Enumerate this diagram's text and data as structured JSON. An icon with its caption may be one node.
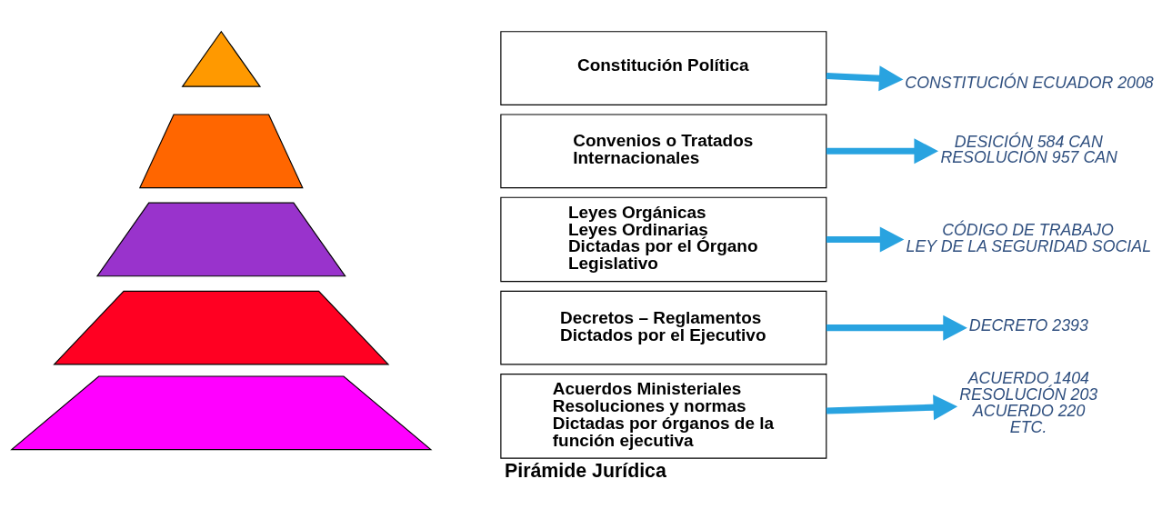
{
  "diagram": {
    "caption": "Pirámide Jurídica",
    "nodes": [
      {
        "text": [],
        "shape": "triangle"
      },
      {
        "text": [],
        "shape": "trapezoid"
      },
      {
        "text": [],
        "shape": "trapezoid"
      },
      {
        "text": [],
        "shape": "trapezoid"
      },
      {
        "text": [],
        "shape": "trapezoid"
      },
      {
        "text": [
          "Constitución Política"
        ]
      },
      {
        "text": [
          "Convenios o Tratados Internacionales"
        ]
      },
      {
        "text": [
          "Leyes Orgánicas",
          "Leyes Ordinarias",
          "Dictadas por el Órgano Legislativo"
        ]
      },
      {
        "text": [
          "Decretos – Reglamentos",
          "Dictados por el Ejecutivo"
        ]
      },
      {
        "text": [
          "Acuerdos Ministeriales",
          "Resoluciones y normas",
          "Dictadas por órganos de la función ejecutiva"
        ]
      },
      {
        "text": [
          "CONSTITUCIÓN ECUADOR 2008"
        ]
      },
      {
        "text": [
          "DESICIÓN 584 CAN",
          "RESOLUCIÓN 957 CAN"
        ]
      },
      {
        "text": [
          "CÓDIGO DE TRABAJO",
          "LEY DE LA SEGURIDAD SOCIAL"
        ]
      },
      {
        "text": [
          "DECRETO 2393"
        ]
      },
      {
        "text": [
          "ACUERDO 1404",
          "RESOLUCIÓN 203",
          "ACUERDO 220",
          "ETC."
        ]
      }
    ],
    "edges": [
      {
        "from": 5,
        "to": 10,
        "arrow": "to"
      },
      {
        "from": 6,
        "to": 11,
        "arrow": "to"
      },
      {
        "from": 7,
        "to": 12,
        "arrow": "to"
      },
      {
        "from": 8,
        "to": 13,
        "arrow": "to"
      },
      {
        "from": 9,
        "to": 14,
        "arrow": "to"
      }
    ]
  }
}
